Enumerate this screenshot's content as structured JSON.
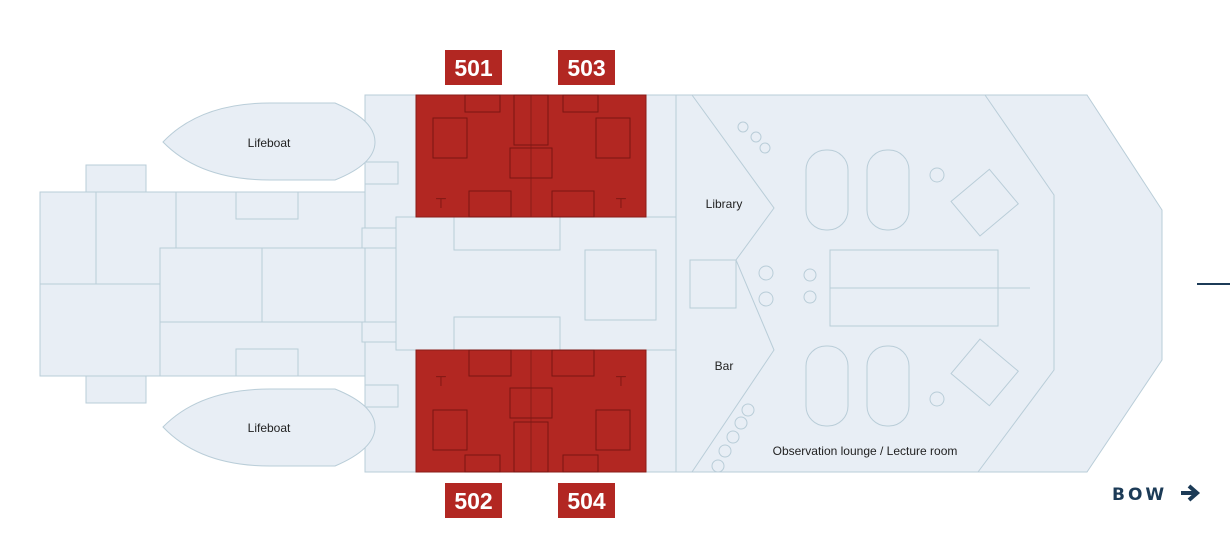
{
  "rooms": {
    "lifeboat_top": "Lifeboat",
    "lifeboat_bottom": "Lifeboat",
    "library": "Library",
    "bar": "Bar",
    "lounge": "Observation lounge / Lecture room"
  },
  "cabins": [
    {
      "number": "501"
    },
    {
      "number": "503"
    },
    {
      "number": "502"
    },
    {
      "number": "504"
    }
  ],
  "direction": {
    "label": "BOW",
    "icon": "arrow-right-icon"
  },
  "colors": {
    "cabin": "#b22722",
    "deck": "#e8eef5",
    "text": "#1c3b57"
  }
}
